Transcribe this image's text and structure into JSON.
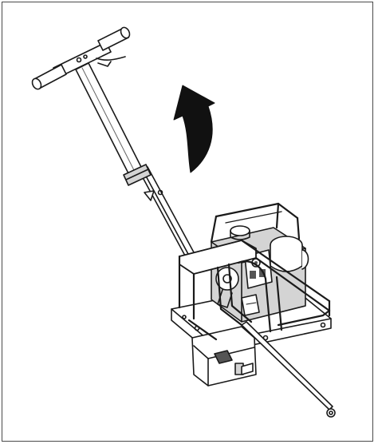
{
  "figure": {
    "kind": "technical-illustration",
    "subject": "compactor-plate-handle-raise",
    "stroke_color": "#1a1a1a",
    "fill_light": "#ffffff",
    "fill_shade": "#d4d4d4",
    "fill_dark": "#555555",
    "arrow_color": "#111111",
    "arrow_direction": "counter-clockwise-up"
  }
}
